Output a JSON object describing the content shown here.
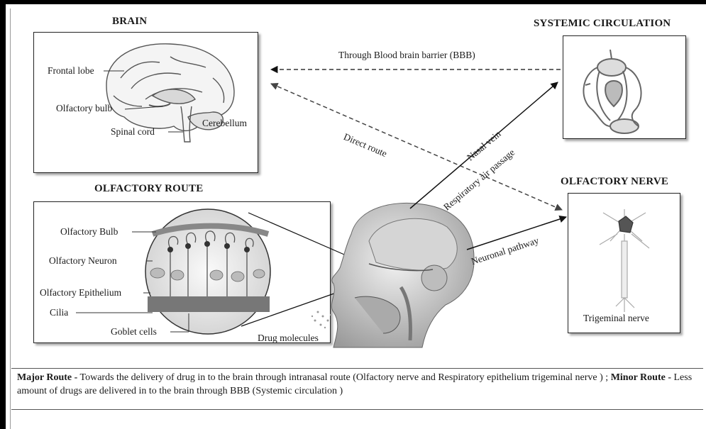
{
  "titles": {
    "brain": "BRAIN",
    "systemic": "SYSTEMIC CIRCULATION",
    "olfactory_route": "OLFACTORY ROUTE",
    "olfactory_nerve": "OLFACTORY NERVE"
  },
  "brain_labels": {
    "frontal_lobe": "Frontal lobe",
    "olfactory_bulb": "Olfactory bulb",
    "spinal_cord": "Spinal cord",
    "cerebellum": "Cerebellum"
  },
  "route_labels": {
    "olfactory_bulb": "Olfactory Bulb",
    "olfactory_neuron": "Olfactory Neuron",
    "olfactory_epithelium": "Olfactory Epithelium",
    "cilia": "Cilia",
    "goblet_cells": "Goblet cells"
  },
  "arrows": {
    "bbb": "Through Blood brain barrier (BBB)",
    "direct": "Direct route",
    "nasal_vein": "Nasal vein",
    "respiratory": "Respiratory air passage",
    "neuronal": "Neuronal pathway"
  },
  "head": {
    "drug_molecules": "Drug molecules"
  },
  "nerve": {
    "trigeminal": "Trigeminal nerve"
  },
  "caption": {
    "major_label": "Major Route -",
    "major_text": " Towards the delivery of drug in to the brain through intranasal route (Olfactory nerve  and  Respiratory epithelium trigeminal nerve ) ; ",
    "minor_label": "Minor Route -",
    "minor_text": " Less amount of drugs are delivered in to the brain through BBB  (Systemic circulation )"
  },
  "colors": {
    "line": "#111111",
    "dashed": "#333333",
    "box_border": "#222222"
  }
}
